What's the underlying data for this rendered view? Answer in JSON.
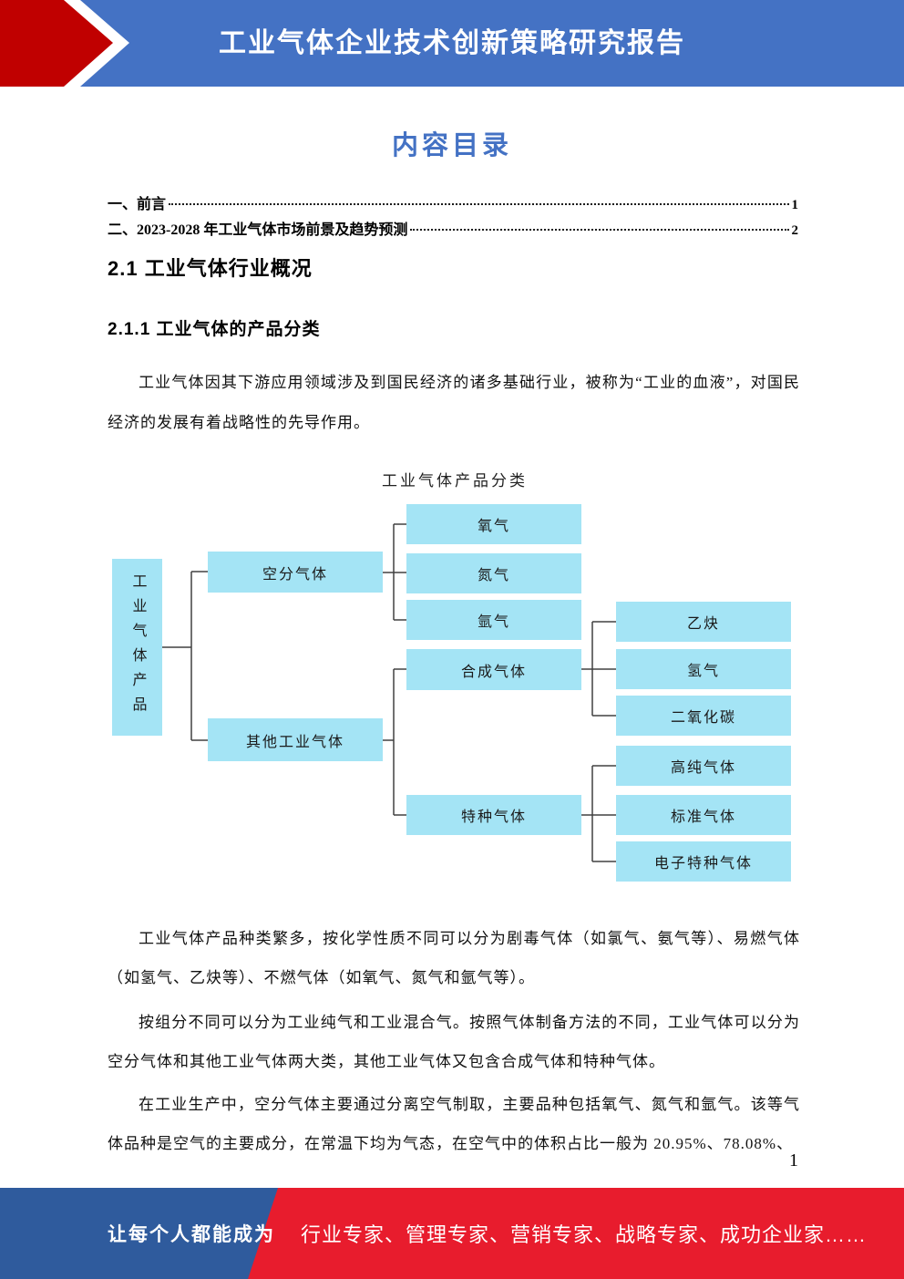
{
  "header": {
    "title": "工业气体企业技术创新策略研究报告"
  },
  "toc": {
    "title": "内容目录",
    "entries": [
      {
        "label": "一、前言",
        "page": "1"
      },
      {
        "label": "二、2023-2028 年工业气体市场前景及趋势预测",
        "page": "2"
      }
    ]
  },
  "sections": {
    "h1": "2.1 工业气体行业概况",
    "h2": "2.1.1 工业气体的产品分类"
  },
  "paragraphs": {
    "p1": "工业气体因其下游应用领域涉及到国民经济的诸多基础行业，被称为“工业的血液”，对国民经济的发展有着战略性的先导作用。",
    "p2": "工业气体产品种类繁多，按化学性质不同可以分为剧毒气体（如氯气、氨气等）、易燃气体（如氢气、乙炔等）、不燃气体（如氧气、氮气和氩气等）。",
    "p3": "按组分不同可以分为工业纯气和工业混合气。按照气体制备方法的不同，工业气体可以分为空分气体和其他工业气体两大类，其他工业气体又包含合成气体和特种气体。",
    "p4": "在工业生产中，空分气体主要通过分离空气制取，主要品种包括氧气、氮气和氩气。该等气体品种是空气的主要成分，在常温下均为气态，在空气中的体积占比一般为 20.95%、78.08%、"
  },
  "diagram": {
    "title": "工业气体产品分类",
    "nodes": {
      "root": "工业气体产品",
      "air_sep": "空分气体",
      "other": "其他工业气体",
      "oxygen": "氧气",
      "nitrogen": "氮气",
      "argon": "氩气",
      "syngas": "合成气体",
      "specialty": "特种气体",
      "acetylene": "乙炔",
      "hydrogen": "氢气",
      "co2": "二氧化碳",
      "high_purity": "高纯气体",
      "standard": "标准气体",
      "electronic": "电子特种气体"
    }
  },
  "page_number": "1",
  "footer": {
    "left": "让每个人都能成为",
    "right": "行业专家、管理专家、营销专家、战略专家、成功企业家……"
  },
  "colors": {
    "banner_blue": "#4472C4",
    "banner_red": "#C00000",
    "toc_title_blue": "#4472C4",
    "diagram_node_fill": "#A4E4F5",
    "footer_blue": "#2F5B9D",
    "footer_red": "#E81C2D"
  }
}
